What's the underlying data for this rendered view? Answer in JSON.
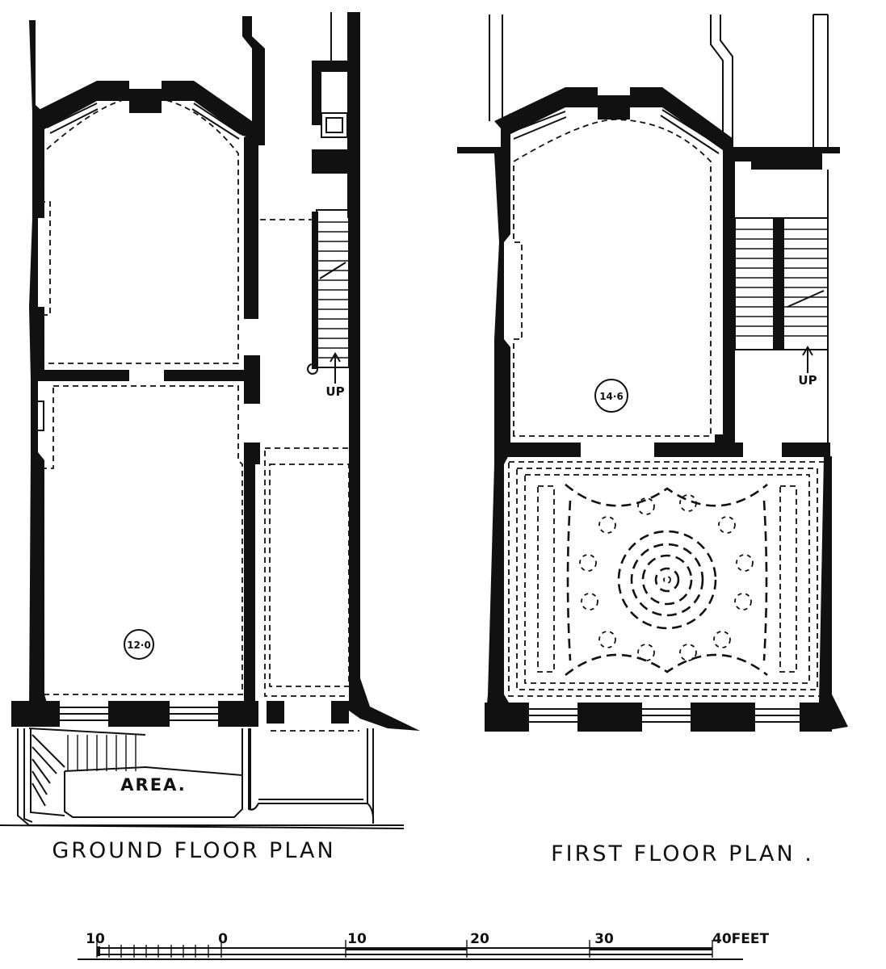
{
  "plans": {
    "ground": {
      "title": "GROUND FLOOR PLAN",
      "up_label": "UP",
      "area_label": "AREA.",
      "ceiling_height": "12·0"
    },
    "first": {
      "title": "FIRST FLOOR PLAN .",
      "up_label": "UP",
      "ceiling_height": "14·6"
    }
  },
  "scale_bar": {
    "labels": [
      "10",
      "0",
      "10",
      "20",
      "30",
      "40FEET"
    ]
  }
}
